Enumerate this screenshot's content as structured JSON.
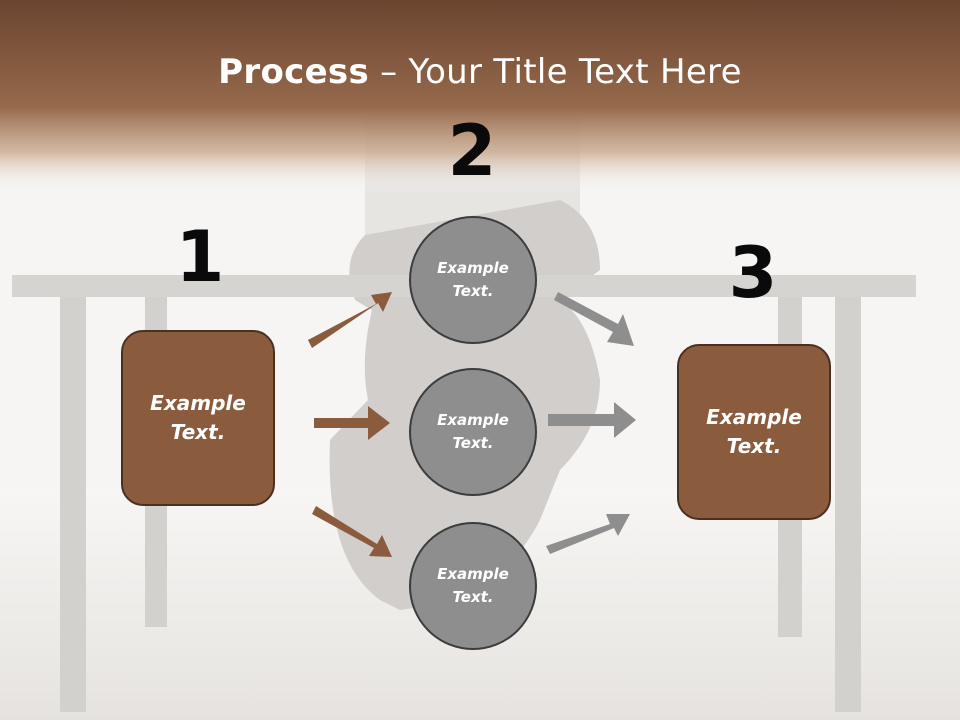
{
  "slide": {
    "title_bold": "Process",
    "title_rest": " – Your Title Text Here",
    "steps": [
      {
        "number": "1",
        "text": "Example\nText."
      },
      {
        "number": "2",
        "text": "Example\nText."
      },
      {
        "number": "3",
        "text": "Example\nText."
      }
    ],
    "circles": [
      {
        "text": "Example\nText."
      },
      {
        "text": "Example\nText."
      },
      {
        "text": "Example\nText."
      }
    ]
  },
  "colors": {
    "header": "#6b4530",
    "box_fill": "#8b5b3d",
    "circle_fill": "#8e8e8e",
    "arrow_brown": "#8b5b3d",
    "arrow_gray": "#8e8e8e"
  }
}
